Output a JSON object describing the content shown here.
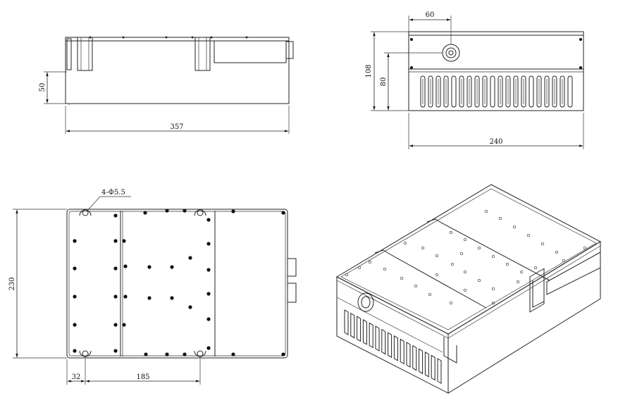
{
  "dimensions": {
    "side_width": "357",
    "side_height": "50",
    "end_offset": "60",
    "end_height_total": "108",
    "end_height_port": "80",
    "end_width": "240",
    "top_height": "230",
    "top_hole_spec": "4-Φ5.5",
    "top_hole_offset": "32",
    "top_hole_spacing": "185"
  }
}
